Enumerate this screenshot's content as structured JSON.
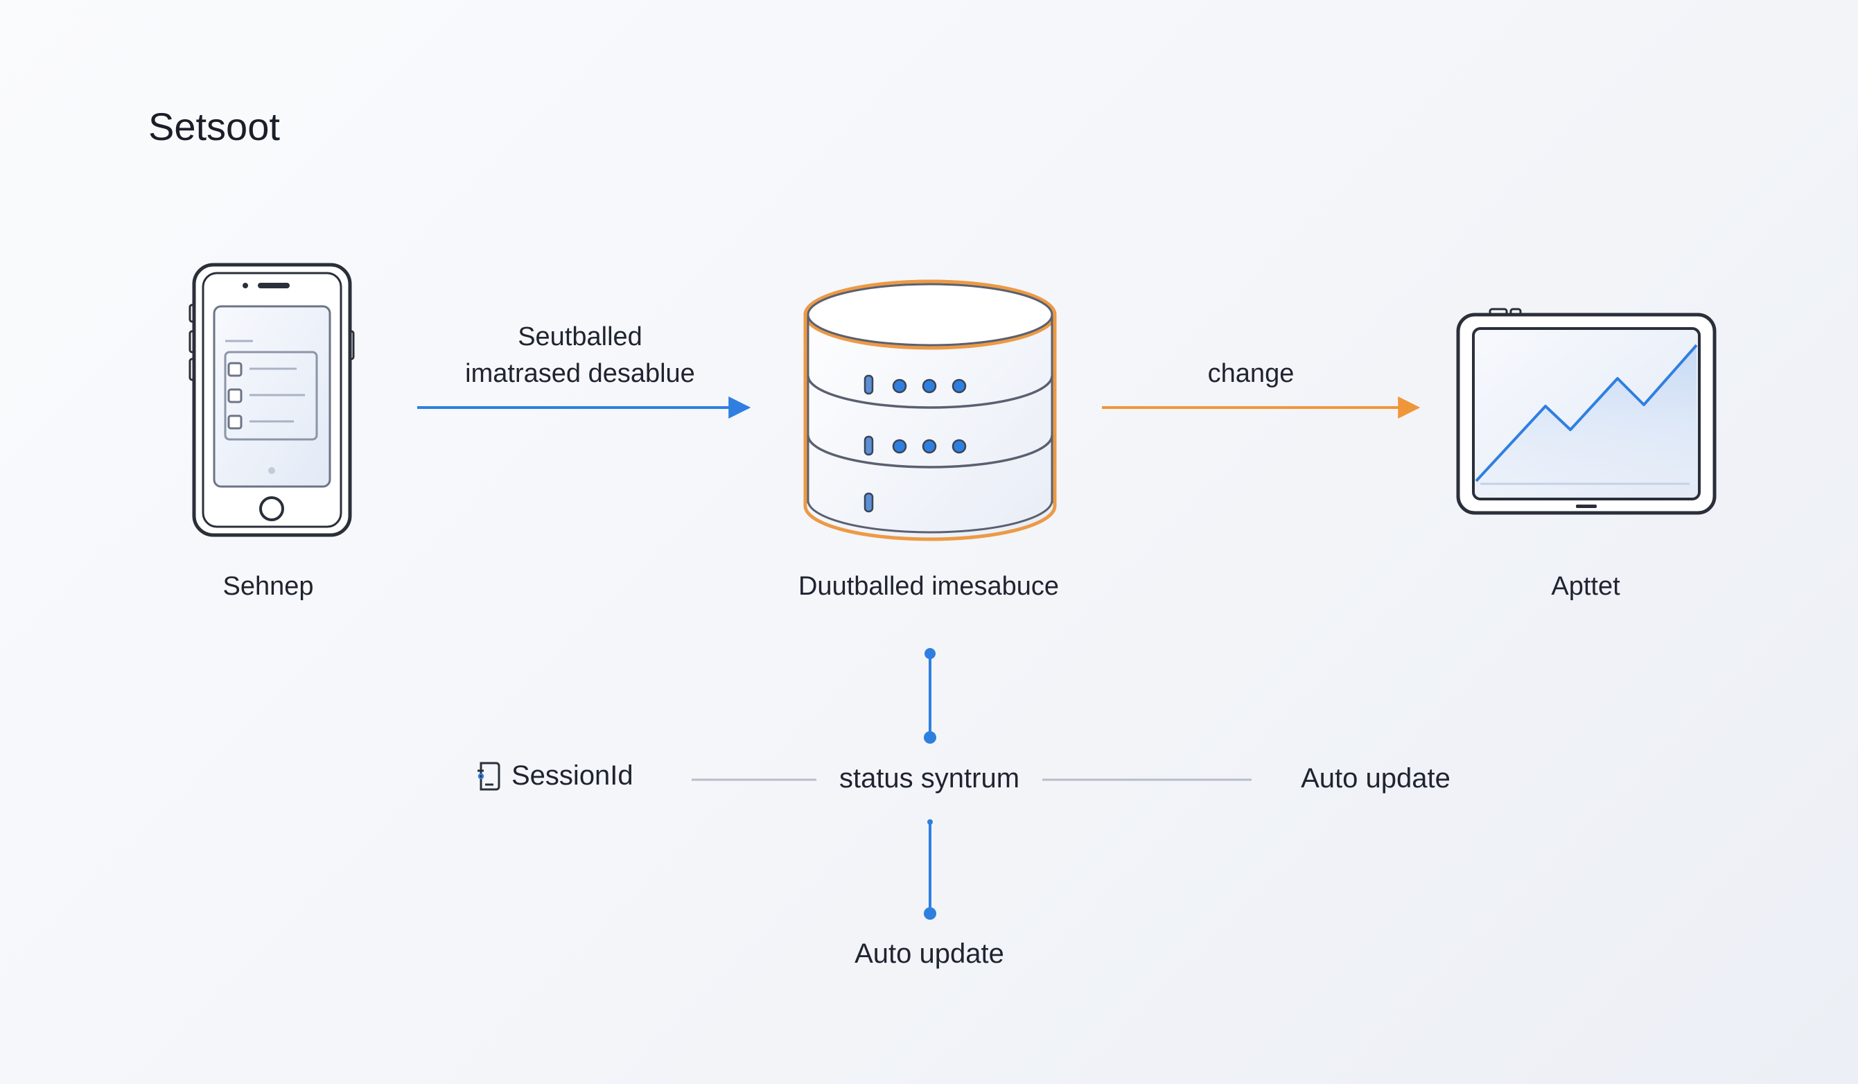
{
  "title": "Setsoot",
  "nodes": {
    "phone": {
      "label": "Sehnep",
      "icon": "smartphone-icon"
    },
    "database": {
      "label": "Duutballed imesabuce",
      "icon": "database-icon"
    },
    "tablet": {
      "label": "Apttet",
      "icon": "tablet-chart-icon"
    }
  },
  "arrows": {
    "phone_to_db": {
      "line1": "Seutballed",
      "line2": "imatrased desablue",
      "color": "#2f7fe0"
    },
    "db_to_tablet": {
      "label": "change",
      "color": "#f0963a"
    }
  },
  "status": {
    "center_label": "status syntrum",
    "left_label": "SessionId",
    "left_icon": "document-icon",
    "right_label": "Auto update",
    "bottom_label": "Auto update"
  },
  "colors": {
    "accent_blue": "#2f7fe0",
    "accent_orange": "#ec9a45",
    "outline": "#2a2f3a",
    "connector_gray": "#b8bdca"
  }
}
